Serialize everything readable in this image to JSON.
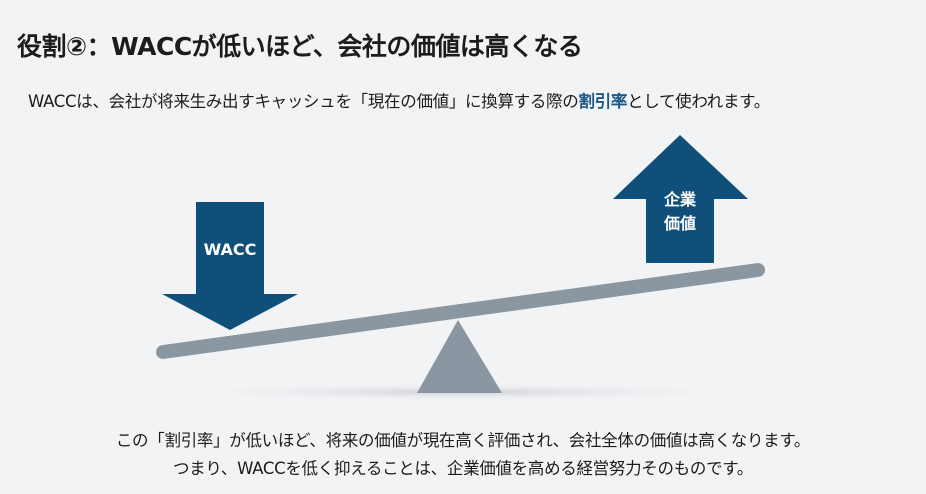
{
  "title": "役割②：WACCが低いほど、会社の価値は高くなる",
  "subtitle": {
    "before": "WACCは、会社が将来生み出すキャッシュを「現在の価値」に換算する際の",
    "highlight": "割引率",
    "after": "として使われます。"
  },
  "diagram": {
    "down_arrow_label": "WACC",
    "up_arrow_label_line1": "企業",
    "up_arrow_label_line2": "価値",
    "colors": {
      "arrow": "#0f4f7a",
      "beam": "#8a96a0",
      "fulcrum": "#8a97a2",
      "highlight": "#1d5a86"
    }
  },
  "bottom": {
    "line1": "この「割引率」が低いほど、将来の価値が現在高く評価され、会社全体の価値は高くなります。",
    "line2": "つまり、WACCを低く抑えることは、企業価値を高める経営努力そのものです。"
  }
}
